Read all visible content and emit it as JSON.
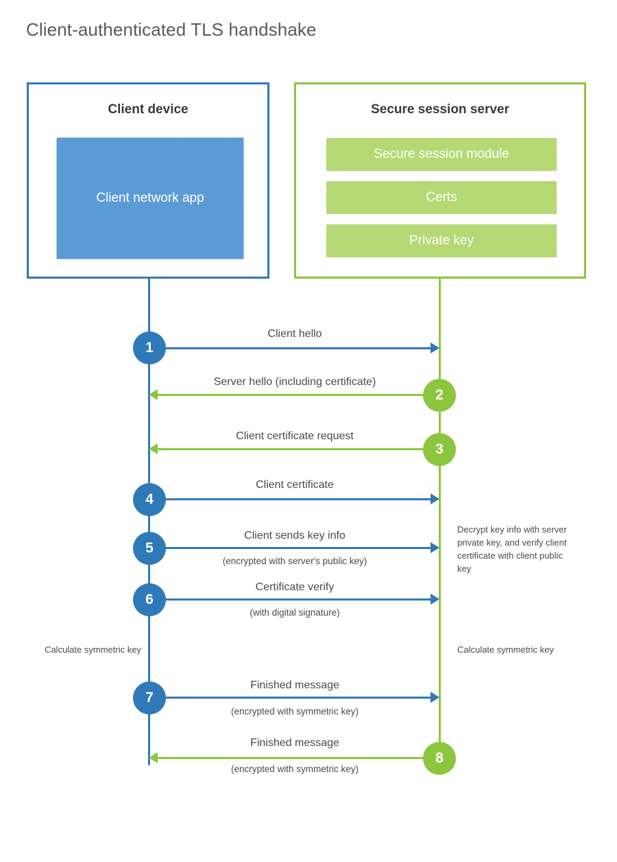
{
  "title": "Client-authenticated TLS handshake",
  "colors": {
    "client_blue": "#3079b8",
    "client_app_blue": "#5b9bd5",
    "server_green": "#8cc63f",
    "server_bar_green": "#b5d975",
    "text": "#4a4a4a",
    "title_text": "#5a5a5a",
    "background": "#ffffff"
  },
  "client": {
    "title": "Client device",
    "app_label": "Client network app"
  },
  "server": {
    "title": "Secure session server",
    "components": [
      {
        "label": "Secure session module"
      },
      {
        "label": "Certs"
      },
      {
        "label": "Private key"
      }
    ]
  },
  "steps": [
    {
      "number": "1",
      "label": "Client hello",
      "sublabel": "",
      "direction": "client-to-server",
      "actor": "client"
    },
    {
      "number": "2",
      "label": "Server hello (including certificate)",
      "sublabel": "",
      "direction": "server-to-client",
      "actor": "server"
    },
    {
      "number": "3",
      "label": "Client certificate request",
      "sublabel": "",
      "direction": "server-to-client",
      "actor": "server"
    },
    {
      "number": "4",
      "label": "Client certificate",
      "sublabel": "",
      "direction": "client-to-server",
      "actor": "client"
    },
    {
      "number": "5",
      "label": "Client sends key info",
      "sublabel": "(encrypted with server's public key)",
      "direction": "client-to-server",
      "actor": "client"
    },
    {
      "number": "6",
      "label": "Certificate verify",
      "sublabel": "(with digital signature)",
      "direction": "client-to-server",
      "actor": "client"
    },
    {
      "number": "7",
      "label": "Finished message",
      "sublabel": "(encrypted with symmetric key)",
      "direction": "client-to-server",
      "actor": "client"
    },
    {
      "number": "8",
      "label": "Finished message",
      "sublabel": "(encrypted with symmetric key)",
      "direction": "server-to-client",
      "actor": "server"
    }
  ],
  "notes": {
    "server_decrypt": "Decrypt key info with server private key, and verify client certificate with client public key",
    "client_calculate": "Calculate symmetric key",
    "server_calculate": "Calculate symmetric key"
  }
}
